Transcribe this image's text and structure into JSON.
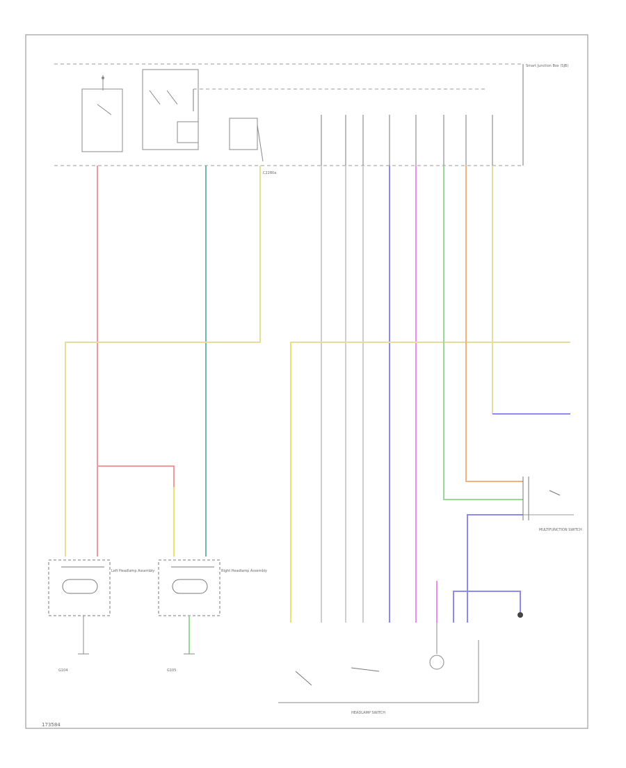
{
  "diagram": {
    "footer_code": "173584",
    "module_label": "Smart Junction Box (SJB)",
    "lower_ground_left": "G104",
    "lower_ground_right": "G105",
    "sensor_left_label": "Left Headlamp Assembly",
    "sensor_right_label": "Right Headlamp Assembly",
    "switch_label": "HEADLAMP SWITCH",
    "multifunction_label": "MULTIFUNCTION SWITCH",
    "connector_note": "C2280a",
    "colors": {
      "red": "#f29a9a",
      "teal": "#6fb3b3",
      "tan": "#e8dc9a",
      "yellow": "#e9e36a",
      "gray": "#cfcfcf",
      "blue": "#8a8af0",
      "magenta": "#ee8cee",
      "green": "#9ad89a",
      "orange": "#f4b27a",
      "purple": "#a09ae6"
    }
  }
}
